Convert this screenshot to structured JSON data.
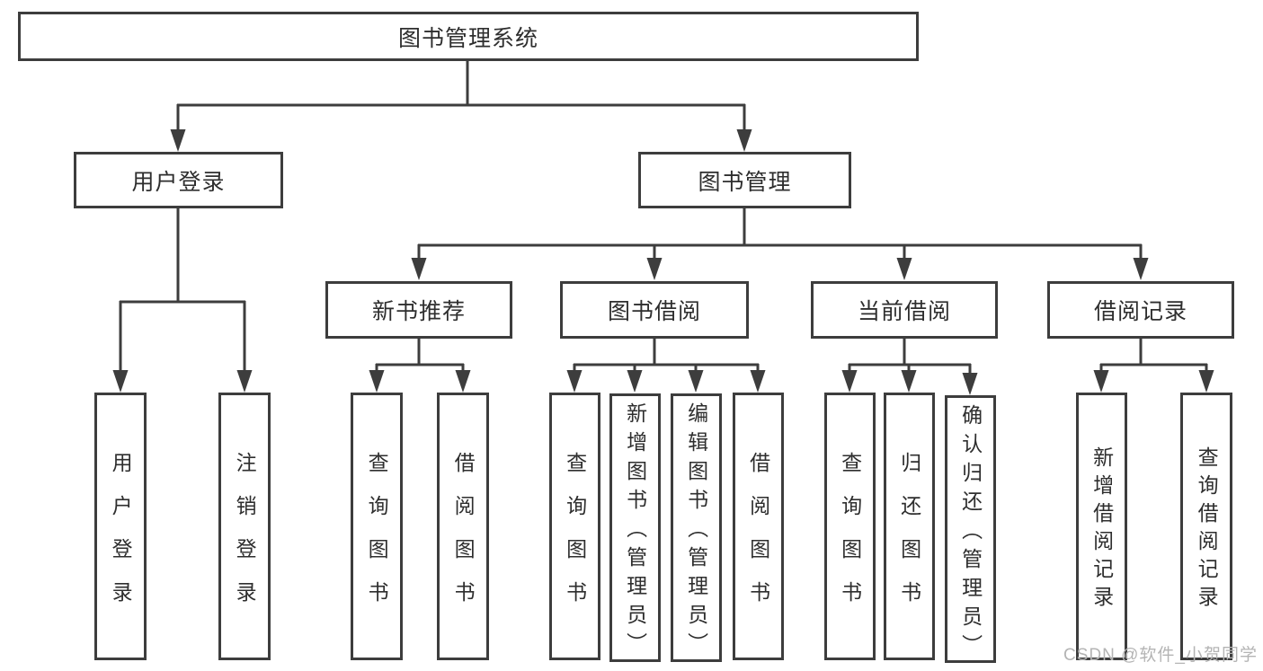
{
  "diagram": {
    "title": "图书管理系统",
    "type": "hierarchy-tree"
  },
  "nodes": {
    "root": {
      "label": "图书管理系统"
    },
    "user_login_group": {
      "label": "用户登录",
      "parent": "root"
    },
    "book_management": {
      "label": "图书管理",
      "parent": "root"
    },
    "new_book_recommendation": {
      "label": "新书推荐",
      "parent": "book_management"
    },
    "book_borrowing": {
      "label": "图书借阅",
      "parent": "book_management"
    },
    "current_borrowing": {
      "label": "当前借阅",
      "parent": "book_management"
    },
    "borrowing_records": {
      "label": "借阅记录",
      "parent": "book_management"
    },
    "user_login": {
      "label": "用户登录",
      "parent": "user_login_group"
    },
    "logout": {
      "label": "注销登录",
      "parent": "user_login_group"
    },
    "query_books_1": {
      "label": "查询图书",
      "parent": "new_book_recommendation"
    },
    "borrow_books_1": {
      "label": "借阅图书",
      "parent": "new_book_recommendation"
    },
    "query_books_2": {
      "label": "查询图书",
      "parent": "book_borrowing"
    },
    "add_book_admin": {
      "label": "新增图书（管理员）",
      "parent": "book_borrowing"
    },
    "edit_book_admin": {
      "label": "编辑图书（管理员）",
      "parent": "book_borrowing"
    },
    "borrow_books_2": {
      "label": "借阅图书",
      "parent": "book_borrowing"
    },
    "query_books_3": {
      "label": "查询图书",
      "parent": "current_borrowing"
    },
    "return_book": {
      "label": "归还图书",
      "parent": "current_borrowing"
    },
    "confirm_return_admin": {
      "label": "确认归还（管理员）",
      "parent": "current_borrowing"
    },
    "add_borrow_record": {
      "label": "新增借阅记录",
      "parent": "borrowing_records"
    },
    "query_borrow_record": {
      "label": "查询借阅记录",
      "parent": "borrowing_records"
    }
  },
  "watermark": {
    "text": "CSDN @软件_小贺同学"
  },
  "colors": {
    "line": "#3d3d3d",
    "node_border": "#3d3d3d",
    "node_fill": "#ffffff",
    "text": "#2e2e2e",
    "watermark": "#b4b4b4",
    "background": "#ffffff"
  }
}
